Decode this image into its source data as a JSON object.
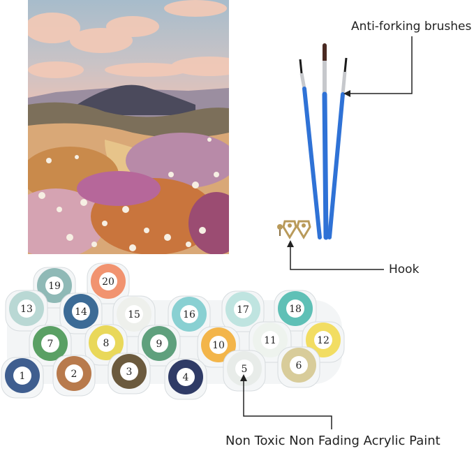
{
  "labels": {
    "brushes": "Anti-forking brushes",
    "hook": "Hook",
    "paint": "Non Toxic Non Fading Acrylic Paint"
  },
  "paint_pots": {
    "numbers": [
      "1",
      "2",
      "3",
      "4",
      "5",
      "6",
      "7",
      "8",
      "9",
      "10",
      "11",
      "12",
      "13",
      "14",
      "15",
      "16",
      "17",
      "18",
      "19",
      "20"
    ],
    "colors": [
      "#3f5e8f",
      "#b87a4c",
      "#6b5a3e",
      "#2f3b66",
      "#e8ece9",
      "#d8cc9a",
      "#5aa064",
      "#e9d85a",
      "#5fa07d",
      "#f3b54a",
      "#eef3ee",
      "#f2dd62",
      "#b9d8d4",
      "#3c6b96",
      "#eef0ec",
      "#89d0d2",
      "#bfe4e0",
      "#5fc0b6",
      "#8fb9b6",
      "#f19370"
    ]
  },
  "colors": {
    "sky": "#b8c7d1",
    "brush_handle": "#2f72d6",
    "hook_metal": "#b99a5a"
  }
}
